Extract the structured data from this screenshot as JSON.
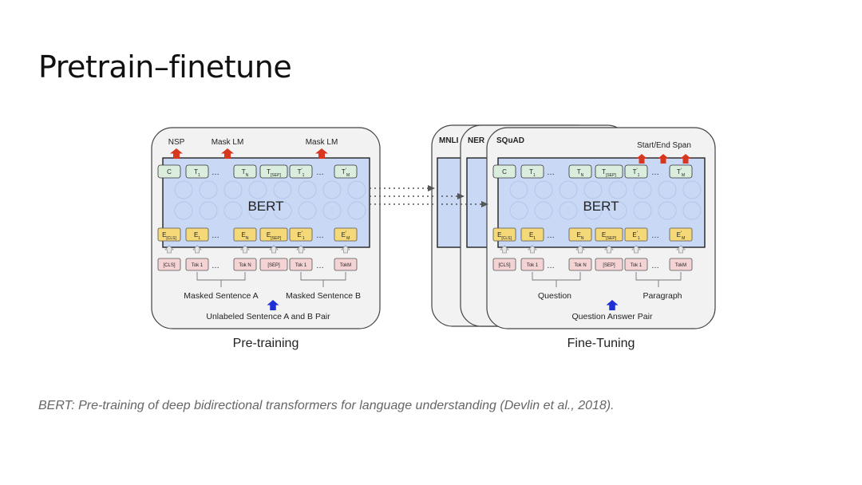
{
  "slide": {
    "title": "Pretrain–finetune",
    "citation": "BERT: Pre-training of deep bidirectional transformers for language understanding (Devlin et al., 2018)."
  },
  "pretraining": {
    "panel_label": "Pre-training",
    "model_label": "BERT",
    "heads": [
      "NSP",
      "Mask LM",
      "Mask LM"
    ],
    "output_tokens": [
      "C",
      "T1",
      "…",
      "TN",
      "T[SEP]",
      "T1'",
      "…",
      "TM'"
    ],
    "embeddings": [
      "E[CLS]",
      "E1",
      "…",
      "EN",
      "E[SEP]",
      "E1'",
      "…",
      "EM'"
    ],
    "input_tokens": [
      "[CLS]",
      "Tok 1",
      "…",
      "Tok N",
      "[SEP]",
      "Tok 1",
      "…",
      "TokM"
    ],
    "segment_a": "Masked Sentence A",
    "segment_b": "Masked Sentence B",
    "input_label": "Unlabeled Sentence A and B Pair"
  },
  "finetuning": {
    "panel_label": "Fine-Tuning",
    "model_label": "BERT",
    "tasks": [
      "MNLI",
      "NER",
      "SQuAD"
    ],
    "head_label": "Start/End Span",
    "output_tokens": [
      "C",
      "T1",
      "…",
      "TN",
      "T[SEP]",
      "T1'",
      "…",
      "TM'"
    ],
    "embeddings": [
      "E[CLS]",
      "E1",
      "…",
      "EN",
      "E[SEP]",
      "E1'",
      "…",
      "EM'"
    ],
    "input_tokens": [
      "[CLS]",
      "Tok 1",
      "…",
      "Tok N",
      "[SEP]",
      "Tok 1",
      "…",
      "TokM"
    ],
    "segment_a": "Question",
    "segment_b": "Paragraph",
    "input_label": "Question Answer Pair"
  },
  "colors": {
    "bert_fill": "#c9d8f5",
    "token_fill": "#dbeedd",
    "embed_fill": "#f5d878",
    "input_fill": "#f3d3d3",
    "head_arrow": "#d9361f",
    "input_arrow": "#1f2fd6"
  }
}
